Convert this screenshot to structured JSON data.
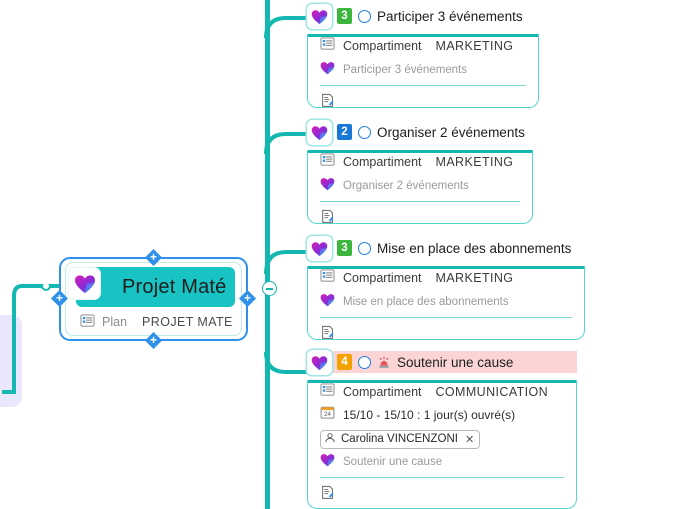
{
  "app": {
    "accent_teal": "#14b8b0",
    "selection_blue": "#2f90ea",
    "root_fill": "#18c3c3",
    "highlight_pink": "#fbd5d5",
    "lavender": "#e9e7fb"
  },
  "root_node": {
    "title": "Projet Maté",
    "logo_icon": "project-heart-logo-icon",
    "meta_icon": "plan-list-icon",
    "meta_label": "Plan",
    "meta_value": "PROJET MATE",
    "handles": [
      {
        "name": "handle-top",
        "glyph": "+"
      },
      {
        "name": "handle-right",
        "glyph": "+"
      },
      {
        "name": "handle-bottom",
        "glyph": "+"
      },
      {
        "name": "handle-left",
        "glyph": "+"
      }
    ]
  },
  "trunk": {
    "collapse_icon": "collapse-minus-icon",
    "collapse_glyph": "−"
  },
  "cards": [
    {
      "id": "card-participer",
      "badge": "3",
      "badge_color": "#3cb53c",
      "status_icon": "status-circle-icon",
      "title": "Participer 3 événements",
      "highlighted": false,
      "alert_icon": null,
      "compartment_icon": "compartment-list-icon",
      "compartment_label": "Compartiment",
      "compartment_value": "MARKETING",
      "date": null,
      "assignee": null,
      "sub_icon": "project-heart-logo-icon",
      "sub_text": "Participer 3 événements",
      "note_icon": "note-edit-icon"
    },
    {
      "id": "card-organiser",
      "badge": "2",
      "badge_color": "#1878d8",
      "status_icon": "status-circle-icon",
      "title": "Organiser 2 événements",
      "highlighted": false,
      "alert_icon": null,
      "compartment_icon": "compartment-list-icon",
      "compartment_label": "Compartiment",
      "compartment_value": "MARKETING",
      "date": null,
      "assignee": null,
      "sub_icon": "project-heart-logo-icon",
      "sub_text": "Organiser 2 événements",
      "note_icon": "note-edit-icon"
    },
    {
      "id": "card-abonnements",
      "badge": "3",
      "badge_color": "#3cb53c",
      "status_icon": "status-circle-icon",
      "title": "Mise en place des abonnements",
      "highlighted": false,
      "alert_icon": null,
      "compartment_icon": "compartment-list-icon",
      "compartment_label": "Compartiment",
      "compartment_value": "MARKETING",
      "date": null,
      "assignee": null,
      "sub_icon": "project-heart-logo-icon",
      "sub_text": "Mise en place des abonnements",
      "note_icon": "note-edit-icon"
    },
    {
      "id": "card-soutenir",
      "badge": "4",
      "badge_color": "#f5a100",
      "status_icon": "status-circle-icon",
      "title": "Soutenir une cause",
      "highlighted": true,
      "alert_icon": "alarm-siren-icon",
      "compartment_icon": "compartment-list-icon",
      "compartment_label": "Compartiment",
      "compartment_value": "COMMUNICATION",
      "date_icon": "calendar-24-icon",
      "date": "15/10 - 15/10 : 1 jour(s) ouvré(s)",
      "assignee_icon": "person-icon",
      "assignee": "Carolina VINCENZONI",
      "assignee_remove_glyph": "✕",
      "sub_icon": "project-heart-logo-icon",
      "sub_text": "Soutenir une cause",
      "note_icon": "note-edit-icon"
    }
  ]
}
